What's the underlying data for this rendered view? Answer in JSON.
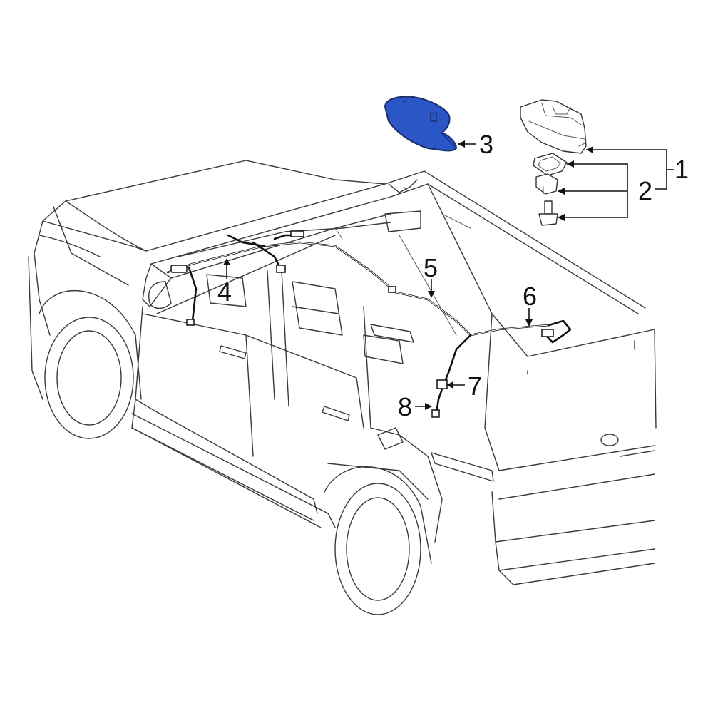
{
  "diagram": {
    "highlight_color": "#2a56c6",
    "line_color": "#3a3a3a",
    "callouts": [
      {
        "id": "1",
        "label": "1"
      },
      {
        "id": "2",
        "label": "2"
      },
      {
        "id": "3",
        "label": "3"
      },
      {
        "id": "4",
        "label": "4"
      },
      {
        "id": "5",
        "label": "5"
      },
      {
        "id": "6",
        "label": "6"
      },
      {
        "id": "7",
        "label": "7"
      },
      {
        "id": "8",
        "label": "8"
      }
    ]
  }
}
